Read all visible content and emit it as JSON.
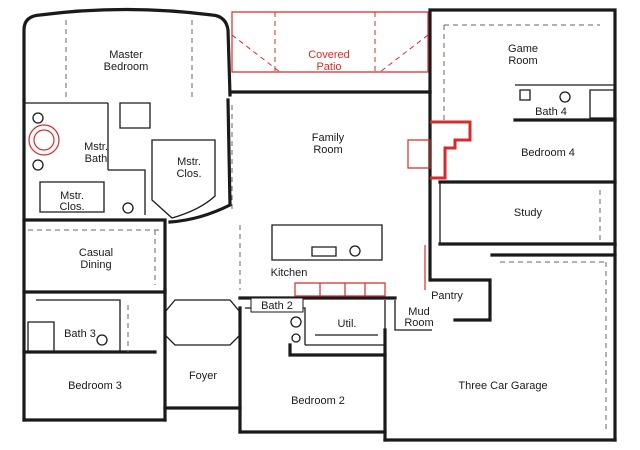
{
  "rooms": {
    "master_bedroom": [
      "Master",
      "Bedroom"
    ],
    "covered_patio": [
      "Covered",
      "Patio"
    ],
    "game_room": [
      "Game",
      "Room"
    ],
    "bath_4": "Bath 4",
    "mstr_bath": [
      "Mstr.",
      "Bath"
    ],
    "family_room": [
      "Family",
      "Room"
    ],
    "mstr_clos_right": [
      "Mstr.",
      "Clos."
    ],
    "bedroom_4": "Bedroom 4",
    "mstr_clos_left": [
      "Mstr.",
      "Clos."
    ],
    "study": "Study",
    "casual_dining": [
      "Casual",
      "Dining"
    ],
    "kitchen": "Kitchen",
    "bath_2": "Bath 2",
    "pantry": "Pantry",
    "mud_room": [
      "Mud",
      "Room"
    ],
    "util": "Util.",
    "bath_3": "Bath 3",
    "bedroom_3": "Bedroom 3",
    "foyer": "Foyer",
    "bedroom_2": "Bedroom 2",
    "three_car_garage": "Three Car Garage"
  },
  "colors": {
    "walls": "#1a1a1a",
    "optional_features": "#d62b2b",
    "background": "#ffffff"
  }
}
